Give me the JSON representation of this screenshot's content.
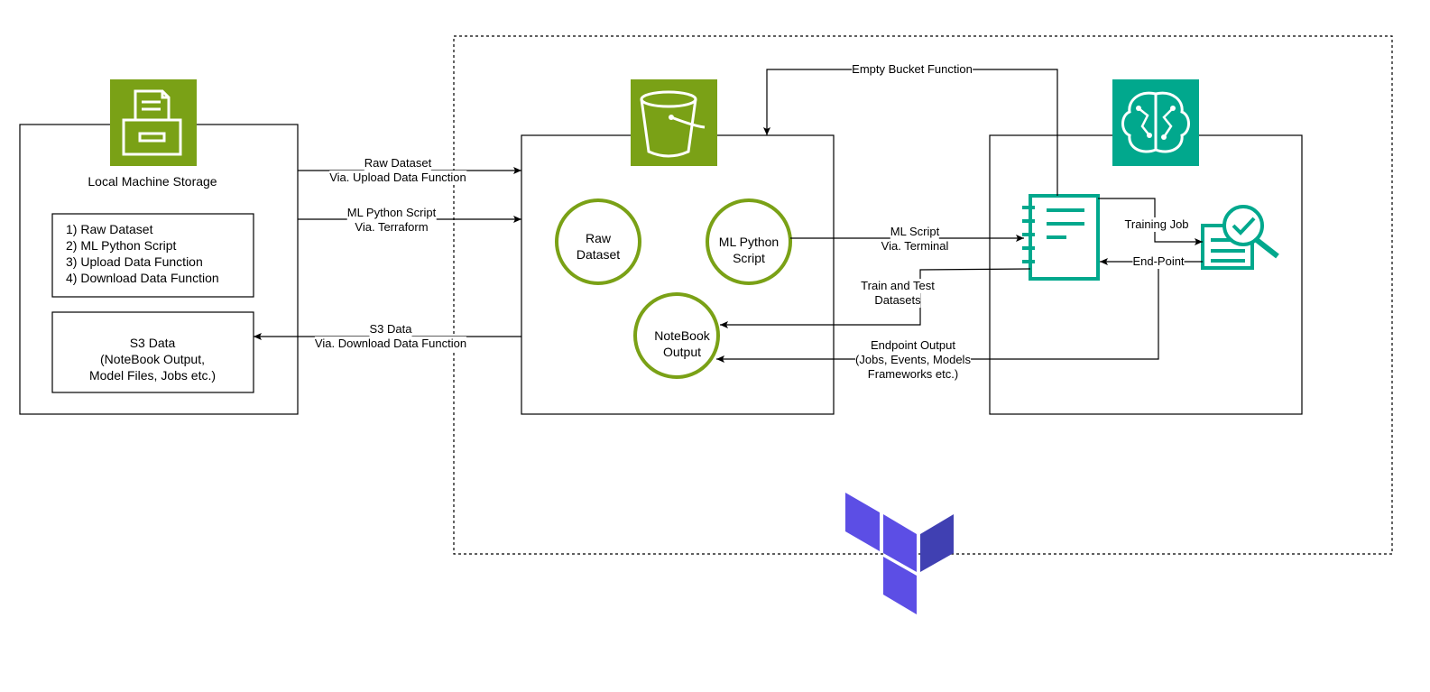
{
  "local_storage": {
    "title": "Local Machine Storage",
    "list": [
      "1) Raw Dataset",
      "2) ML Python Script",
      "3) Upload Data Function",
      "4) Download Data Function"
    ],
    "s3_box": [
      "S3 Data",
      "(NoteBook Output,",
      "Model Files, Jobs etc.)"
    ]
  },
  "s3_bucket": {
    "circles": {
      "raw_dataset": [
        "Raw",
        "Dataset"
      ],
      "ml_python_script": [
        "ML Python",
        "Script"
      ],
      "notebook_output": [
        "NoteBook",
        "Output"
      ]
    }
  },
  "edges": {
    "raw_dataset_upload": [
      "Raw Dataset",
      "Via. Upload Data Function"
    ],
    "ml_script_terraform": [
      "ML Python Script",
      "Via. Terraform"
    ],
    "s3_download": [
      "S3 Data",
      "Via. Download Data Function"
    ],
    "empty_bucket": "Empty Bucket Function",
    "ml_script_terminal": [
      "ML Script",
      "Via. Terminal"
    ],
    "train_test": [
      "Train and Test",
      "Datasets"
    ],
    "endpoint_output": [
      "Endpoint Output",
      "(Jobs, Events, Models",
      "Frameworks etc.)"
    ],
    "training_job": "Training Job",
    "end_point": "End-Point"
  },
  "colors": {
    "storage_green": "#7AA116",
    "circle_green": "#7AA116",
    "sagemaker_teal": "#01A88D",
    "terraform_purple_light": "#5C4EE5",
    "terraform_purple_dark": "#4040B2"
  },
  "icons": [
    "storage-gateway-icon",
    "s3-bucket-icon",
    "sagemaker-brain-icon",
    "notebook-icon",
    "training-job-icon",
    "terraform-logo"
  ]
}
